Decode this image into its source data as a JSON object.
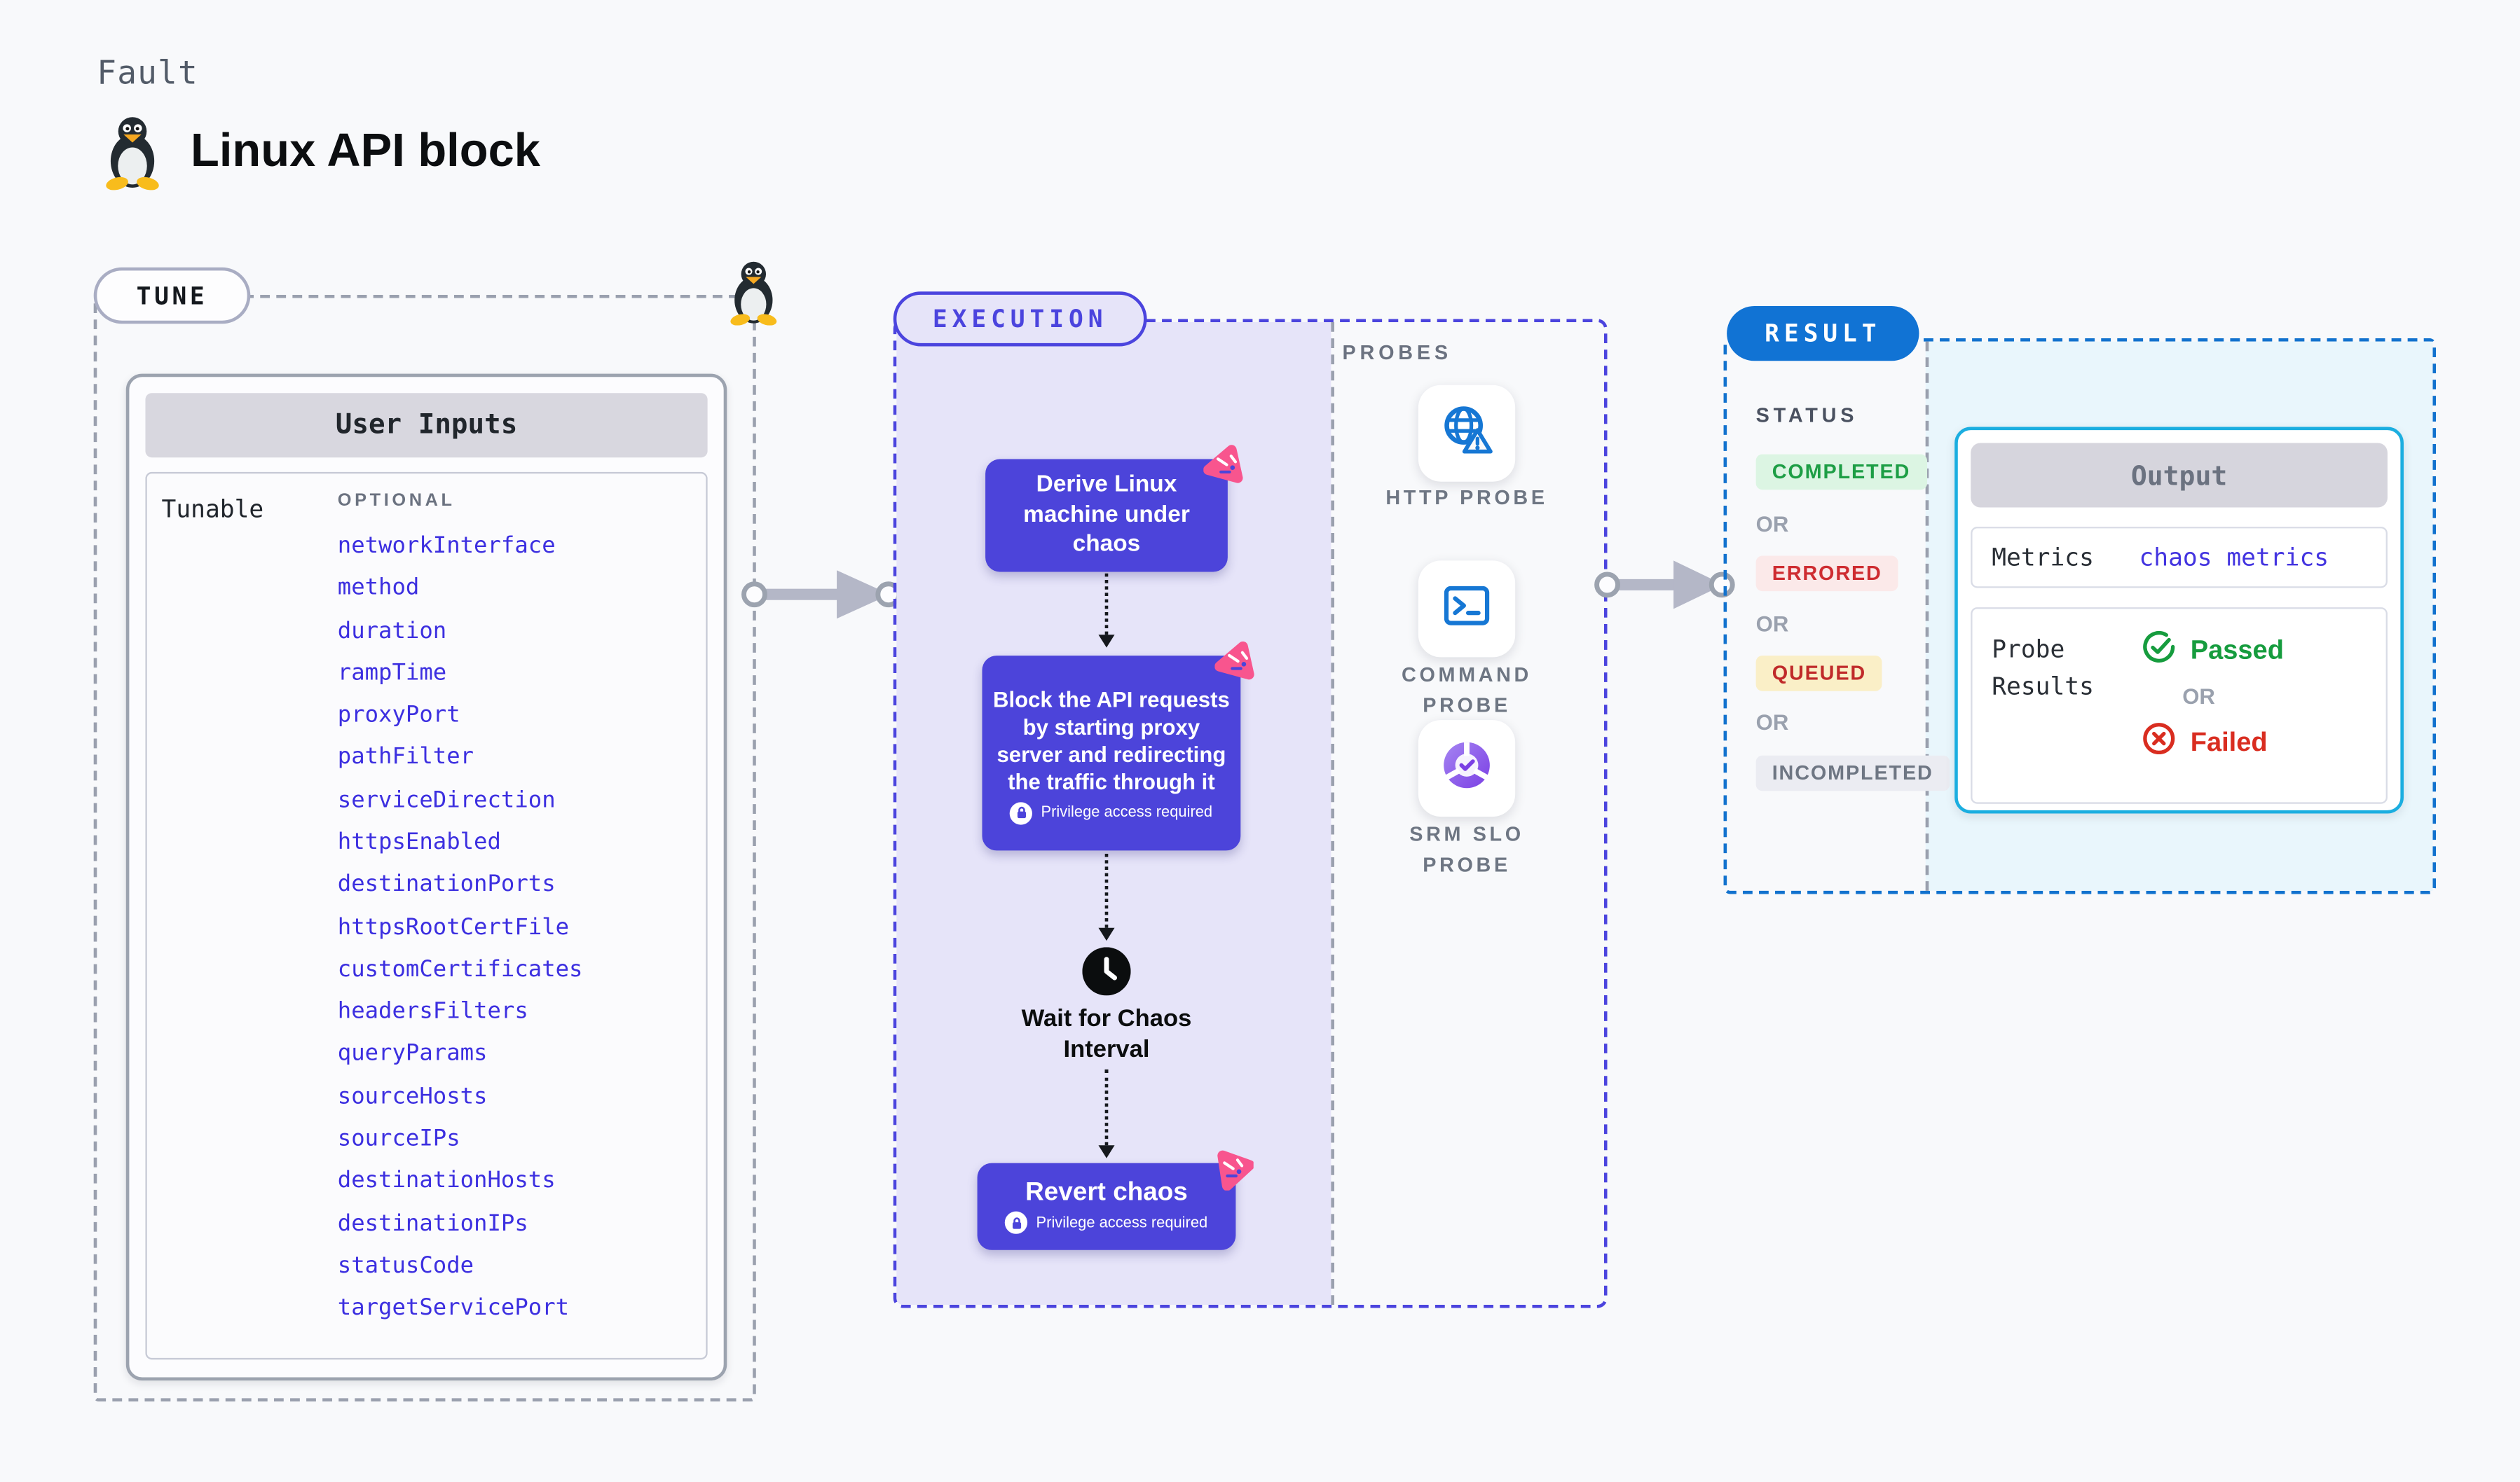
{
  "page": {
    "eyebrow": "Fault",
    "title": "Linux API block"
  },
  "tune": {
    "label": "TUNE",
    "user_inputs": {
      "title": "User Inputs",
      "row_label": "Tunable",
      "optional_label": "OPTIONAL",
      "params": [
        "networkInterface",
        "method",
        "duration",
        "rampTime",
        "proxyPort",
        "pathFilter",
        "serviceDirection",
        "httpsEnabled",
        "destinationPorts",
        "httpsRootCertFile",
        "customCertificates",
        "headersFilters",
        "queryParams",
        "sourceHosts",
        "sourceIPs",
        "destinationHosts",
        "destinationIPs",
        "statusCode",
        "targetServicePort"
      ]
    }
  },
  "execution": {
    "label": "EXECUTION",
    "privilege_label": "Privilege access required",
    "steps": [
      {
        "text": "Derive Linux machine under chaos",
        "privilege": false
      },
      {
        "text": "Block the API requests by starting proxy server and redirecting the traffic through it",
        "privilege": true
      },
      {
        "text": "Wait for Chaos Interval",
        "privilege": false
      },
      {
        "text": "Revert chaos",
        "privilege": true
      }
    ]
  },
  "probes": {
    "label": "PROBES",
    "items": [
      {
        "name": "HTTP PROBE",
        "icon": "globe-alert-icon"
      },
      {
        "name": "COMMAND PROBE",
        "icon": "terminal-icon"
      },
      {
        "name": "SRM SLO PROBE",
        "icon": "slo-donut-check-icon"
      }
    ]
  },
  "result": {
    "label": "RESULT",
    "status": {
      "title": "STATUS",
      "separator": "OR",
      "badges": [
        {
          "text": "COMPLETED",
          "fg": "#1D9E45",
          "bg": "#DCF5E3"
        },
        {
          "text": "ERRORED",
          "fg": "#CE2C31",
          "bg": "#FBE9E9"
        },
        {
          "text": "QUEUED",
          "fg": "#C02A2A",
          "bg": "#FAEFC7"
        },
        {
          "text": "INCOMPLETED",
          "fg": "#6E7683",
          "bg": "#EBECF2"
        }
      ]
    },
    "output": {
      "title": "Output",
      "metrics_label": "Metrics",
      "metrics_value": "chaos metrics",
      "probe_results_label": "Probe Results",
      "passed_label": "Passed",
      "or_label": "OR",
      "failed_label": "Failed"
    }
  },
  "icons": {
    "brand": "tux-penguin-icon",
    "chaos_corner": "chaos-pinwheel-icon",
    "privilege": "lock-icon",
    "wait": "clock-icon",
    "passed": "check-circle-icon",
    "failed": "x-circle-icon"
  },
  "colors": {
    "indigo": "#4C44DA",
    "execution_bg": "#E6E4F9",
    "result_blue": "#1173D4",
    "output_border": "#1BAEE0",
    "param_blue": "#3C2FE0",
    "pink": "#F8558E",
    "probe_icon_blue": "#1677D4"
  }
}
